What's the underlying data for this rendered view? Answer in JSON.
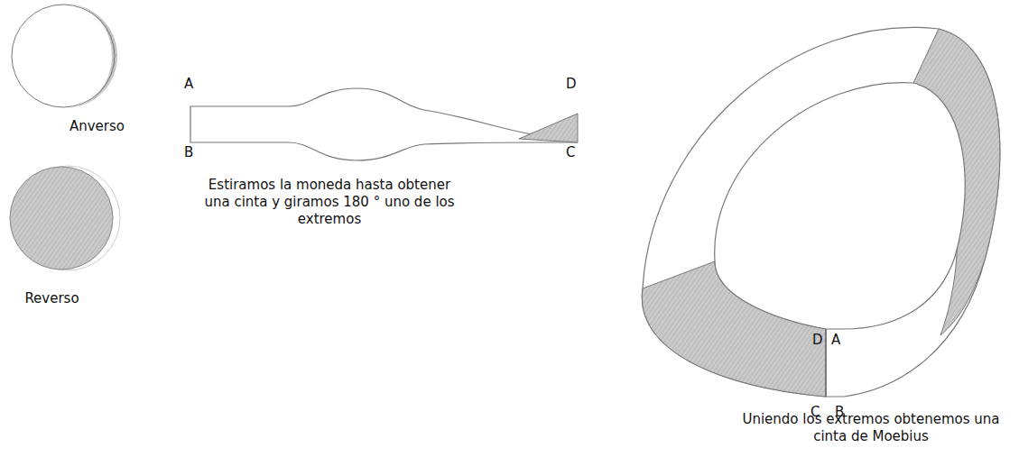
{
  "diagram": {
    "labels": [
      "Anverso",
      "Reverso",
      "A",
      "B",
      "Estiramos la moneda hasta obtener una cinta y giramos 180 ° uno de los extremos",
      "D",
      "C",
      "D",
      "A",
      "C",
      "B",
      "Uniendo los extremos obtenemos una cinta de Moebius"
    ]
  }
}
